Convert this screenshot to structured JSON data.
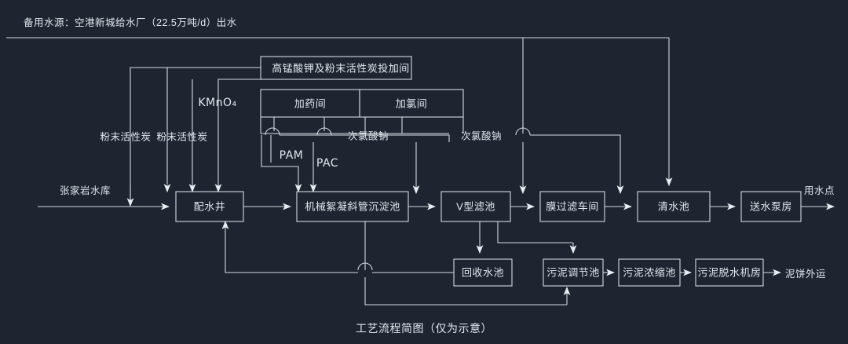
{
  "diagram": {
    "caption": "工艺流程简图（仅为示意）",
    "top_note": "备用水源：空港新城给水厂（22.5万吨/d）出水",
    "source_label": "张家岩水库",
    "end_label": "用水点",
    "sludge_end_label": "泥饼外运",
    "colors": {
      "background": "#1e2531",
      "line": "#d5dae1",
      "text": "#e3e8ee"
    },
    "process_boxes": [
      {
        "id": "distribution-well",
        "label": "配水井"
      },
      {
        "id": "floc-sed-tank",
        "label": "机械絮凝斜管沉淀池"
      },
      {
        "id": "v-filter",
        "label": "V型滤池"
      },
      {
        "id": "membrane-shop",
        "label": "膜过滤车间"
      },
      {
        "id": "clearwater-tank",
        "label": "清水池"
      },
      {
        "id": "pump-house",
        "label": "送水泵房"
      }
    ],
    "sludge_boxes": [
      {
        "id": "recycle-water-tank",
        "label": "回收水池"
      },
      {
        "id": "sludge-balance-tank",
        "label": "污泥调节池"
      },
      {
        "id": "sludge-thickener",
        "label": "污泥浓缩池"
      },
      {
        "id": "sludge-dewatering-room",
        "label": "污泥脱水机房"
      }
    ],
    "chemical_boxes": [
      {
        "id": "kmno4-pac-dosing-room",
        "label": "高锰酸钾及粉末活性炭投加间"
      },
      {
        "id": "chemical-dosing-room",
        "label": "加药间"
      },
      {
        "id": "chlorination-room",
        "label": "加氯间"
      }
    ],
    "chemical_labels": [
      {
        "id": "pac-carbon-1",
        "label": "粉末活性炭"
      },
      {
        "id": "pac-carbon-2",
        "label": "粉末活性炭"
      },
      {
        "id": "kmno4",
        "label": "KMnO₄"
      },
      {
        "id": "pam",
        "label": "PAM"
      },
      {
        "id": "pac",
        "label": "PAC"
      },
      {
        "id": "naclo-1",
        "label": "次氯酸钠"
      },
      {
        "id": "naclo-2",
        "label": "次氯酸钠"
      }
    ]
  }
}
